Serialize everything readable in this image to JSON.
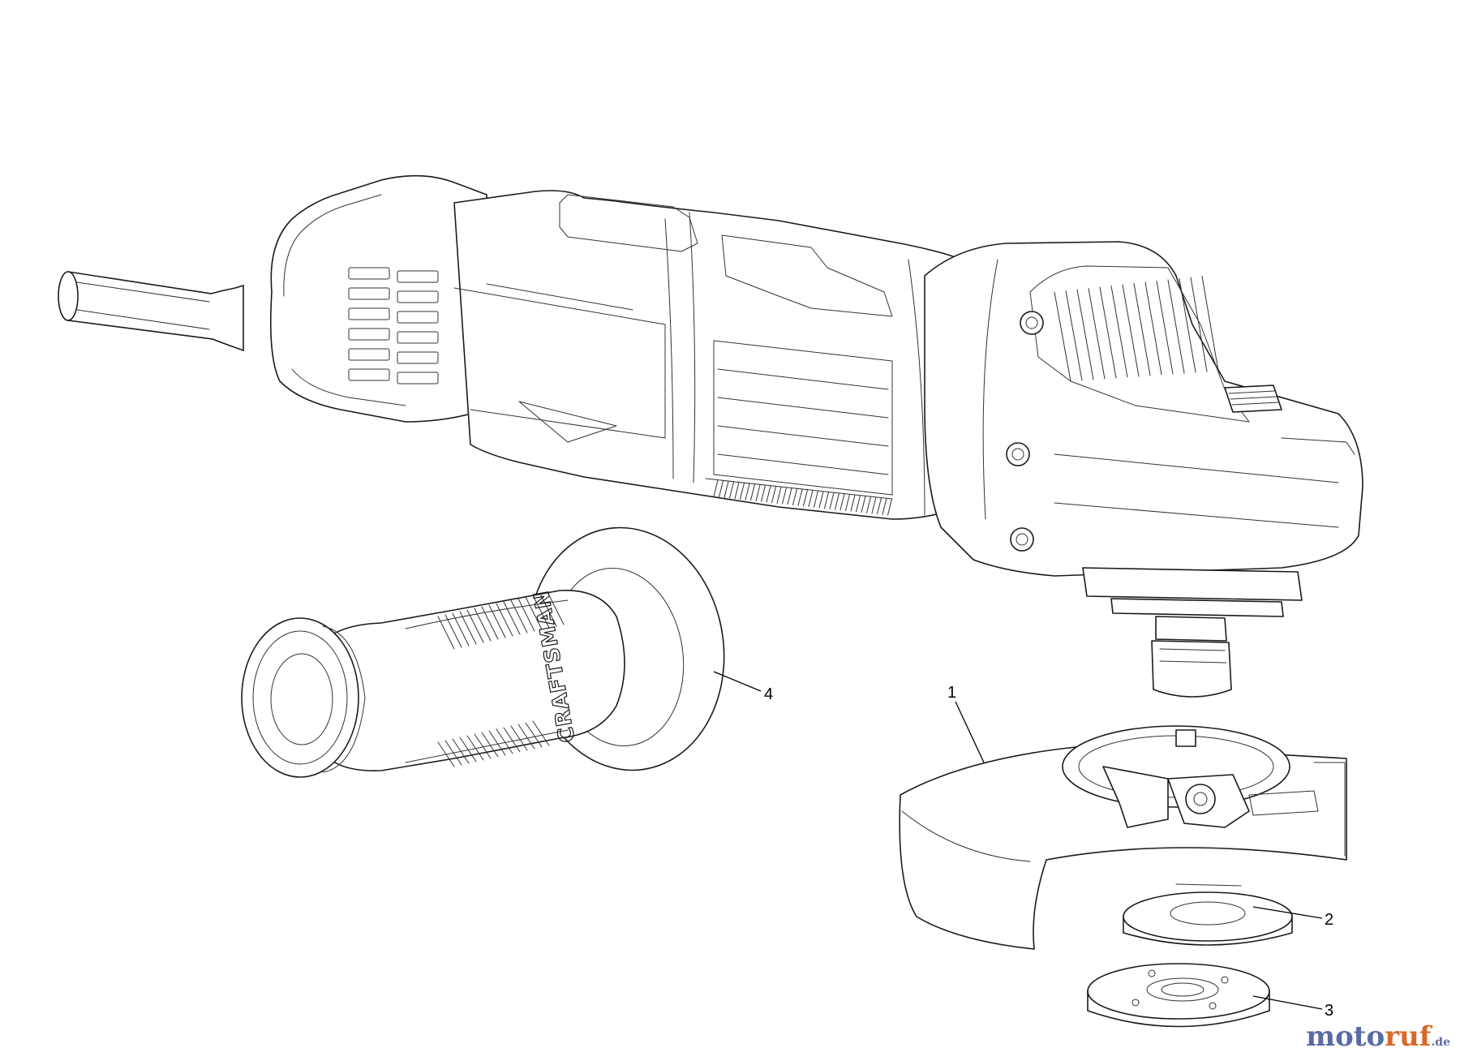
{
  "callouts": [
    {
      "id": "1",
      "label": "1"
    },
    {
      "id": "2",
      "label": "2"
    },
    {
      "id": "3",
      "label": "3"
    },
    {
      "id": "4",
      "label": "4"
    }
  ],
  "handle_brand_text": "CRAFTSMAN",
  "watermark": {
    "part1": "moto",
    "part2": "ruf",
    "suffix": ".de"
  }
}
